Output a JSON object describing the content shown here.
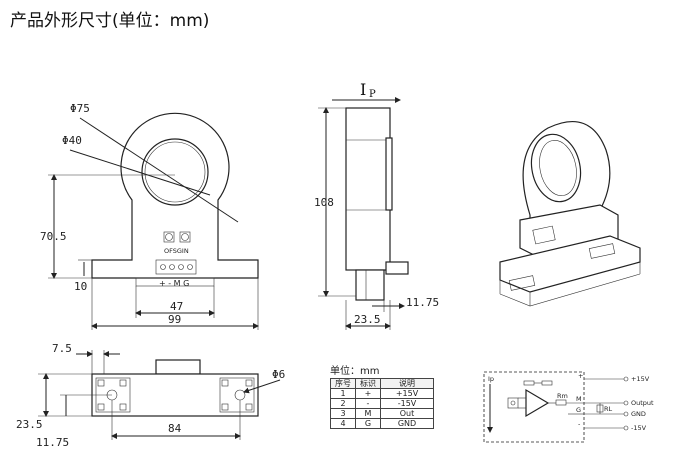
{
  "title": "产品外形尺寸(单位：mm)",
  "front_view": {
    "dia_outer": "Φ75",
    "dia_inner": "Φ40",
    "height": "70.5",
    "base_h": "10",
    "w_inner": "47",
    "w_outer": "99",
    "pot_label": "OFSGIN",
    "pin_label": "+ - M G"
  },
  "side_view": {
    "current_symbol": "I",
    "current_sub": "P",
    "height": "108",
    "w_small": "11.75",
    "w_base": "23.5"
  },
  "bottom_view": {
    "dim_top": "7.5",
    "dim_left": "23.5",
    "dim_bottom": "11.75",
    "hole_spacing": "84",
    "hole_dia": "Φ6"
  },
  "table": {
    "unit": "单位：mm",
    "headers": [
      "序号",
      "标识",
      "说明"
    ],
    "rows": [
      [
        "1",
        "+",
        "+15V"
      ],
      [
        "2",
        "-",
        "-15V"
      ],
      [
        "3",
        "M",
        "Out"
      ],
      [
        "4",
        "G",
        "GND"
      ]
    ]
  },
  "circuit": {
    "ip": "Ip",
    "pos": "+15V",
    "out": "Output",
    "gnd": "GND",
    "neg": "-15V",
    "pin_pos": "+",
    "pin_m": "M",
    "pin_g": "G",
    "pin_neg": "-",
    "rm": "Rm",
    "rl": "RL"
  }
}
